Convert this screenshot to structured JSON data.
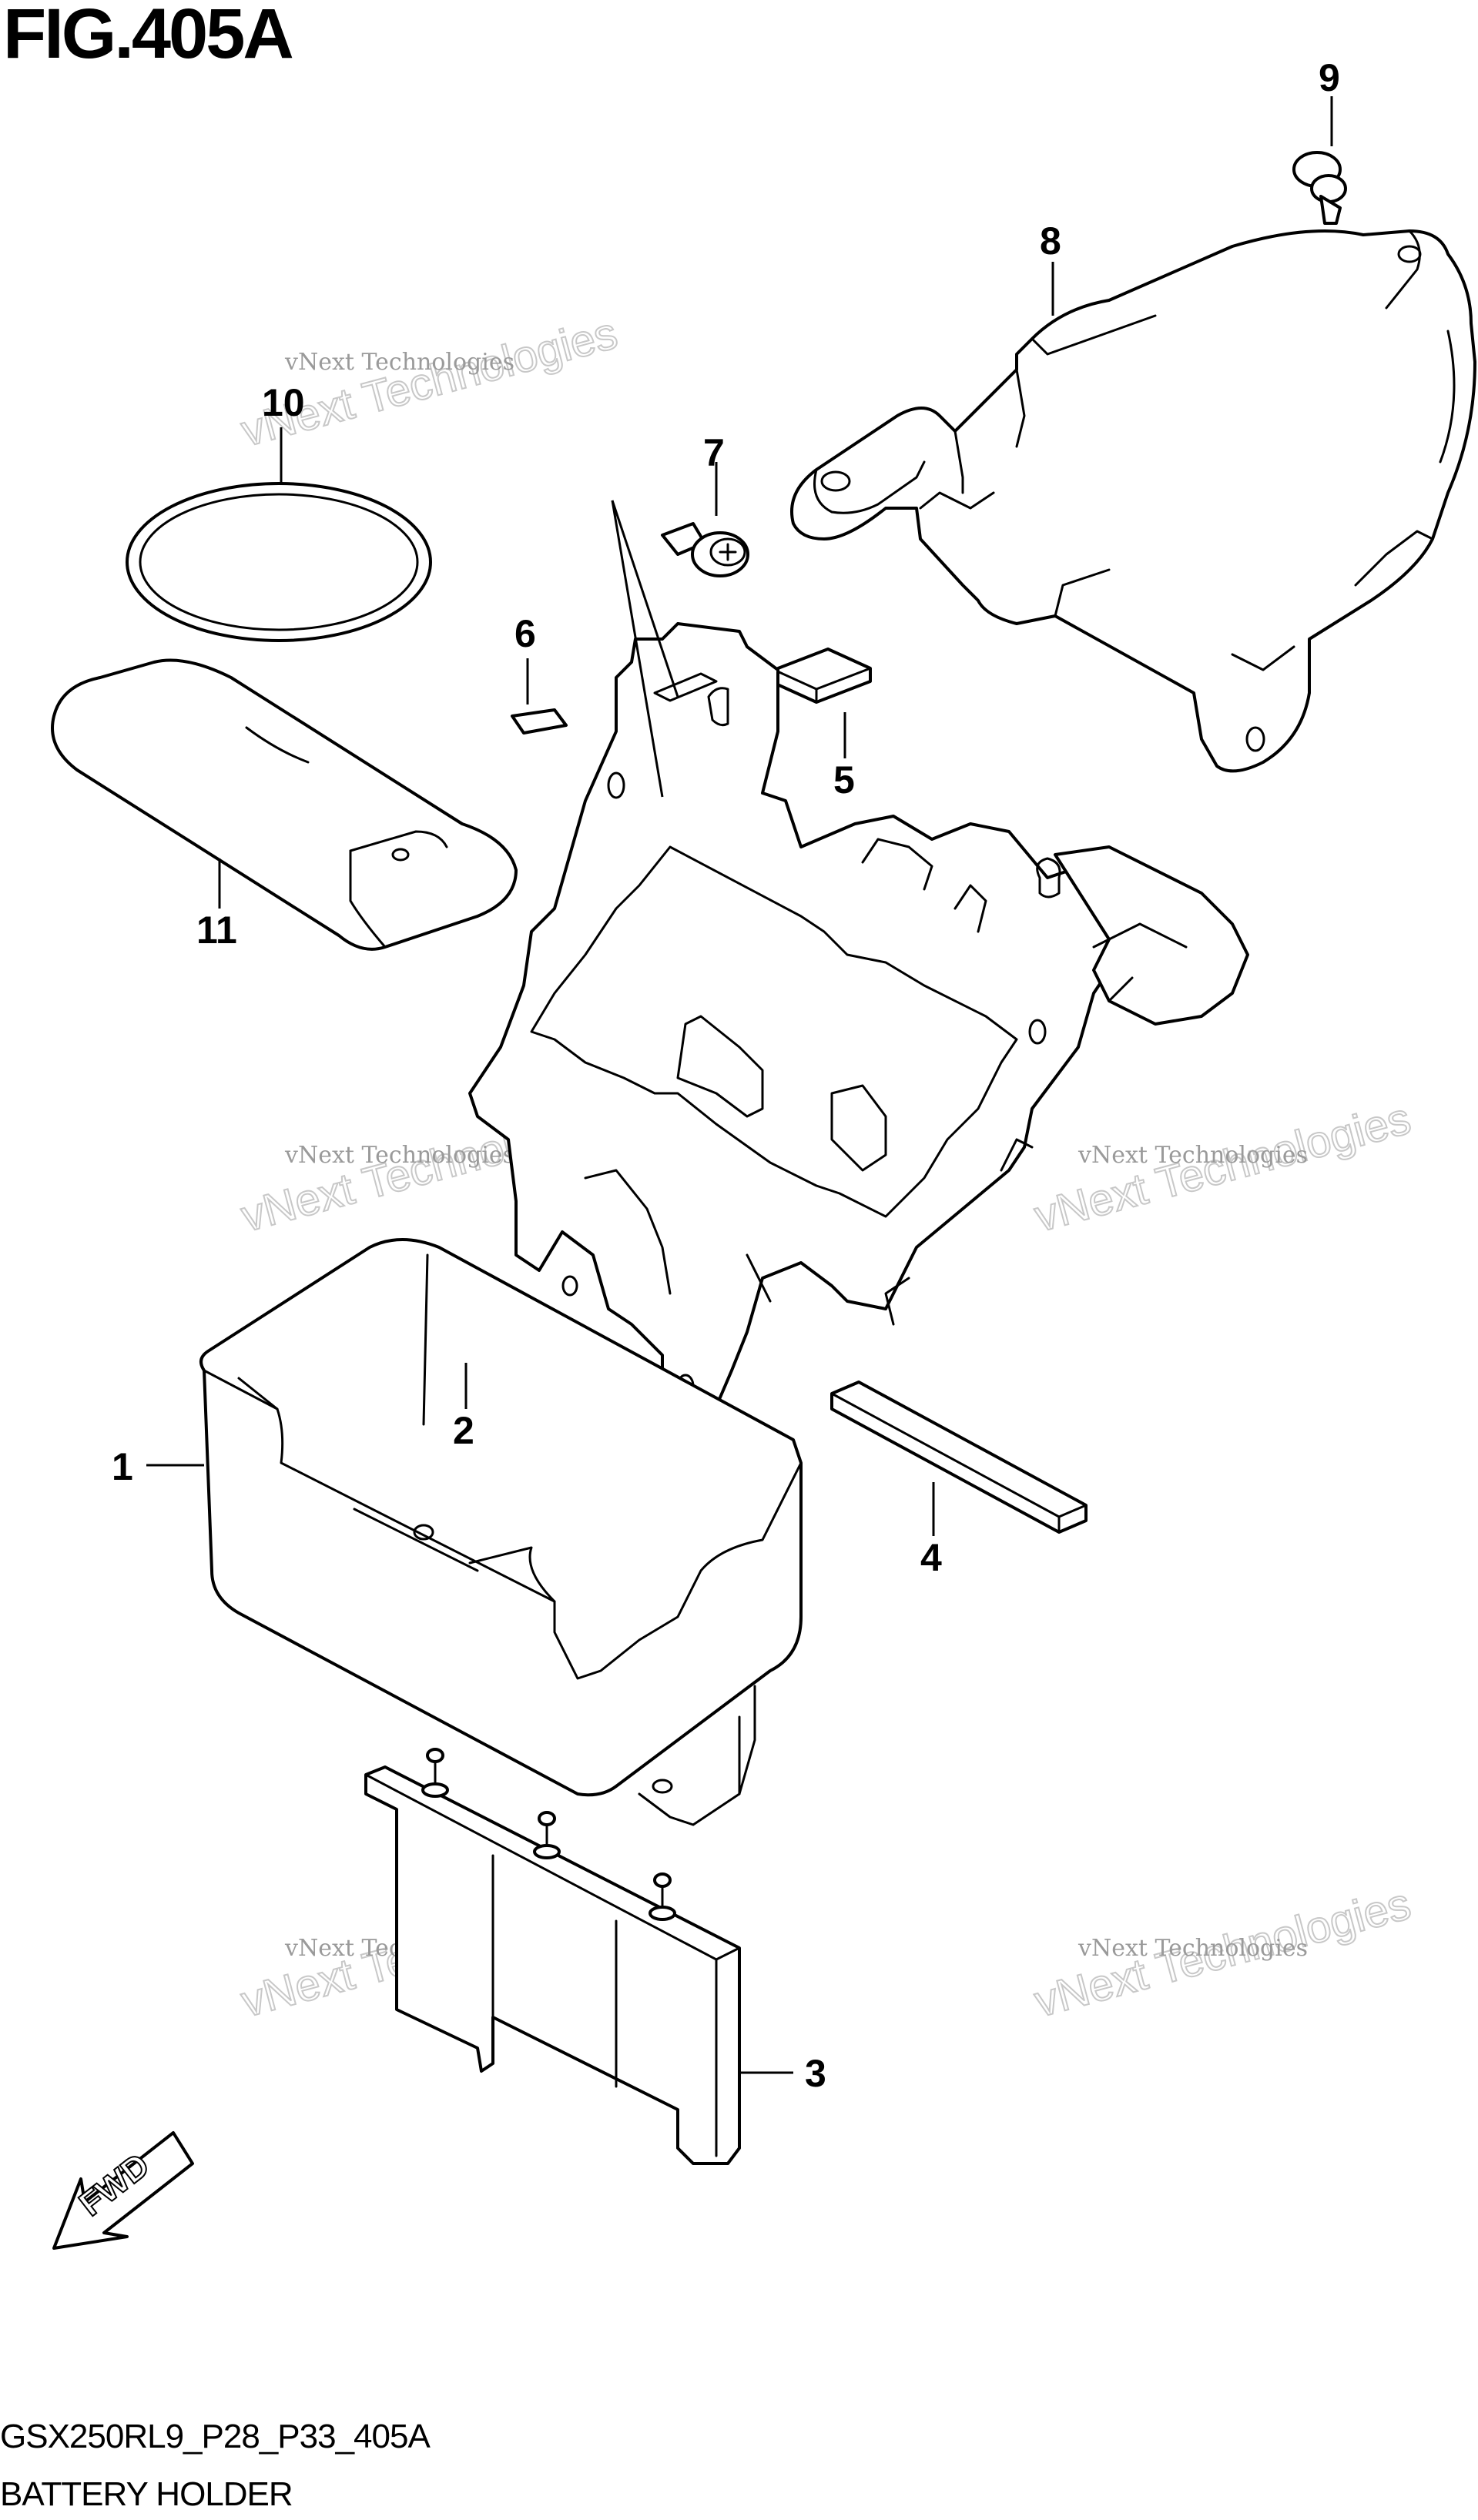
{
  "figure": {
    "title": "FIG.405A",
    "model_code": "GSX250RL9_P28_P33_405A",
    "subtitle": "BATTERY HOLDER"
  },
  "watermark": {
    "small": "vNext Technologies",
    "big": "vNext Technologies"
  },
  "callouts": [
    {
      "id": "1",
      "label": "1"
    },
    {
      "id": "2",
      "label": "2"
    },
    {
      "id": "3",
      "label": "3"
    },
    {
      "id": "4",
      "label": "4"
    },
    {
      "id": "5",
      "label": "5"
    },
    {
      "id": "6",
      "label": "6"
    },
    {
      "id": "7",
      "label": "7"
    },
    {
      "id": "8",
      "label": "8"
    },
    {
      "id": "9",
      "label": "9"
    },
    {
      "id": "10",
      "label": "10"
    },
    {
      "id": "11",
      "label": "11"
    }
  ],
  "fwd_marker": {
    "label": "FWD"
  }
}
